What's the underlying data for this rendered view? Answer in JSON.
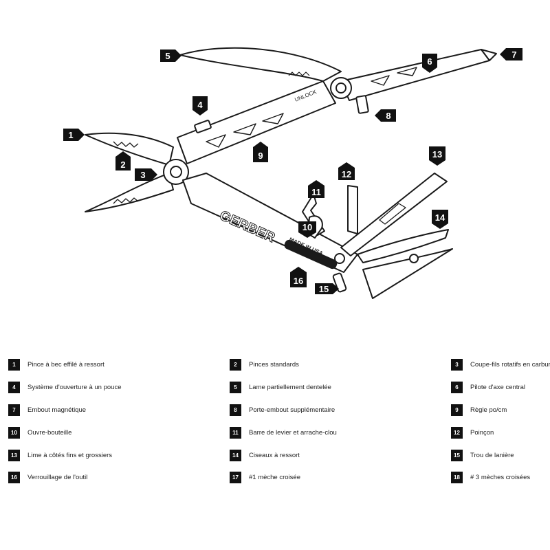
{
  "diagram": {
    "brand_text": "GERBER",
    "made_text": "MADE IN USA",
    "unlock_text": "UNLOCK",
    "callouts": [
      "1",
      "2",
      "3",
      "4",
      "5",
      "6",
      "7",
      "8",
      "9",
      "10",
      "11",
      "12",
      "13",
      "14",
      "15",
      "16"
    ]
  },
  "legend": [
    {
      "num": "1",
      "label": "Pince à bec effilé à ressort"
    },
    {
      "num": "2",
      "label": "Pinces standards"
    },
    {
      "num": "3",
      "label": "Coupe-fils rotatifs en carbure"
    },
    {
      "num": "4",
      "label": "Système d'ouverture à un pouce"
    },
    {
      "num": "5",
      "label": "Lame partiellement dentelée"
    },
    {
      "num": "6",
      "label": "Pilote d'axe central"
    },
    {
      "num": "7",
      "label": "Embout magnétique"
    },
    {
      "num": "8",
      "label": "Porte-embout supplémentaire"
    },
    {
      "num": "9",
      "label": "Règle po/cm"
    },
    {
      "num": "10",
      "label": "Ouvre-bouteille"
    },
    {
      "num": "11",
      "label": "Barre de levier et arrache-clou"
    },
    {
      "num": "12",
      "label": "Poinçon"
    },
    {
      "num": "13",
      "label": "Lime à côtés fins et grossiers"
    },
    {
      "num": "14",
      "label": "Ciseaux à ressort"
    },
    {
      "num": "15",
      "label": "Trou de lanière"
    },
    {
      "num": "16",
      "label": "Verrouillage de l'outil"
    },
    {
      "num": "17",
      "label": "#1 mèche croisée"
    },
    {
      "num": "18",
      "label": "# 3 mèches croisées"
    }
  ]
}
